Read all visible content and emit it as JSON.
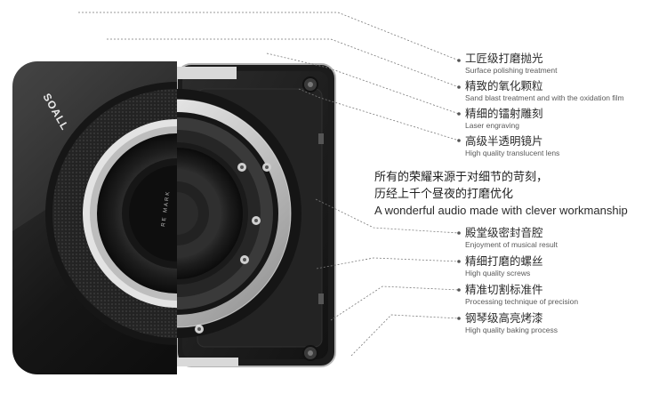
{
  "brand": {
    "logo_text": "SOALL"
  },
  "speaker": {
    "ring_text": "RE MARK"
  },
  "callouts_top": [
    {
      "zh": "工匠级打磨抛光",
      "en": "Surface polishing treatment"
    },
    {
      "zh": "精致的氧化颗粒",
      "en": "Sand blast treatment and with the oxidation film"
    },
    {
      "zh": "精细的镭射雕刻",
      "en": "Laser engraving"
    },
    {
      "zh": "高级半透明镜片",
      "en": "High quality translucent lens"
    }
  ],
  "tagline": {
    "line1": "所有的荣耀来源于对细节的苛刻，",
    "line2": "历经上千个昼夜的打磨优化",
    "line3": "A wonderful audio made with clever workmanship"
  },
  "callouts_bottom": [
    {
      "zh": "殿堂级密封音腔",
      "en": "Enjoyment of musical result"
    },
    {
      "zh": "精细打磨的螺丝",
      "en": "High quality screws"
    },
    {
      "zh": "精准切割标准件",
      "en": "Processing technique of precision"
    },
    {
      "zh": "钢琴级高亮烤漆",
      "en": "High quality baking process"
    }
  ]
}
